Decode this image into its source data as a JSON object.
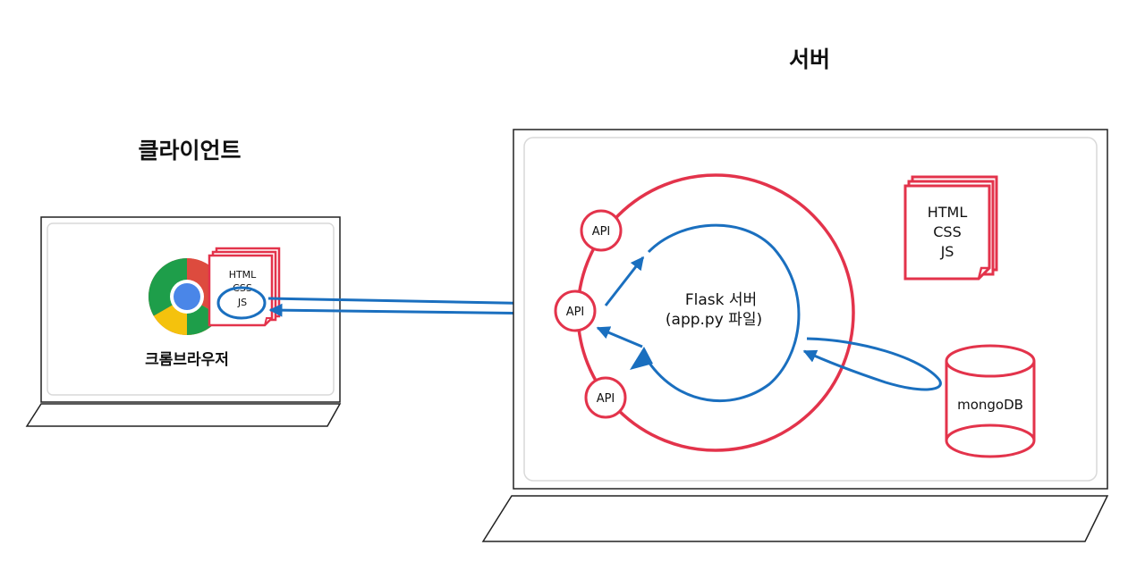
{
  "client": {
    "title": "클라이언트",
    "browser_label": "크롬브라우저",
    "doc_lines": [
      "HTML",
      "CSS",
      "JS"
    ]
  },
  "server": {
    "title": "서버",
    "flask_line1": "Flask 서버",
    "flask_line2": "(app.py 파일)",
    "api_labels": [
      "API",
      "API",
      "API"
    ],
    "doc_lines": [
      "HTML",
      "CSS",
      "JS"
    ],
    "db_label": "mongoDB"
  },
  "colors": {
    "red": "#e3334b",
    "blue": "#1a6fbf",
    "frame": "#222222",
    "panel_border": "#d9d9d9"
  }
}
